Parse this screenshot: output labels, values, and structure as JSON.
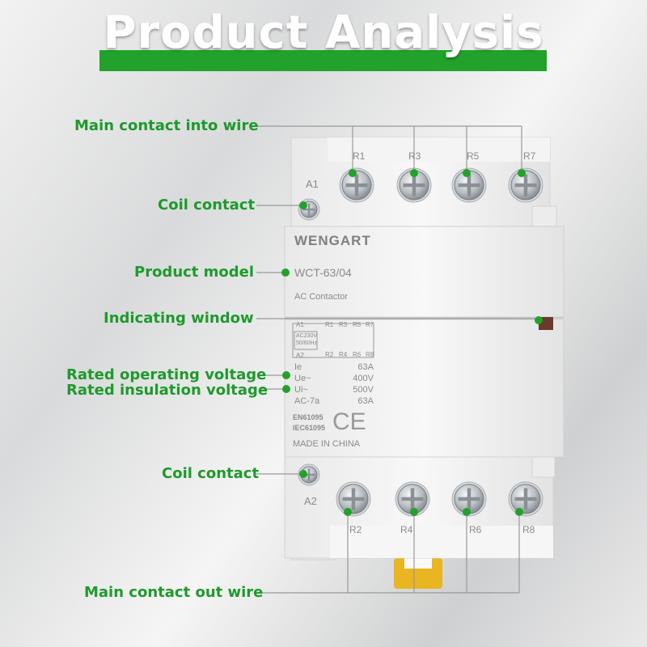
{
  "title": "Product Analysis",
  "labels": {
    "main_in": "Main contact into wire",
    "coil_top": "Coil contact",
    "model": "Product model",
    "window": "Indicating window",
    "rated_op": "Rated operating voltage",
    "rated_ins": "Rated insulation voltage",
    "coil_bottom": "Coil contact",
    "main_out": "Main contact out wire"
  },
  "device": {
    "brand": "WENGART",
    "model": "WCT-63/04",
    "type": "AC Contactor",
    "terminals_top": [
      "R1",
      "R3",
      "R5",
      "R7"
    ],
    "terminals_bottom": [
      "R2",
      "R4",
      "R6",
      "R8"
    ],
    "coil_top": "A1",
    "coil_bottom": "A2",
    "schematic": {
      "a1": "A1",
      "a2": "A2",
      "coil_v": "AC230V",
      "coil_hz": "50/60Hz",
      "top": [
        "R1",
        "R3",
        "R5",
        "R7"
      ],
      "bottom": [
        "R2",
        "R4",
        "R6",
        "R8"
      ]
    },
    "ratings": [
      {
        "key": "Ie",
        "value": "63A"
      },
      {
        "key": "Ue~",
        "value": "400V"
      },
      {
        "key": "Ui~",
        "value": "500V"
      },
      {
        "key": "AC-7a",
        "value": "63A"
      }
    ],
    "std1": "EN61095",
    "std2": "IEC61095",
    "ce": "CE",
    "origin": "MADE IN CHINA"
  },
  "colors": {
    "accent": "#22a22a",
    "label_green": "#1e9a2c",
    "window": "#6b3a2a",
    "lever": "#e9b520"
  }
}
